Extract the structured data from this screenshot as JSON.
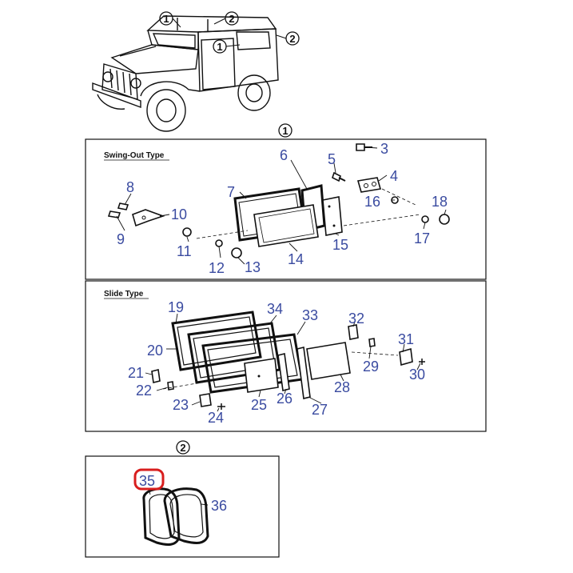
{
  "sections": {
    "swing_out": {
      "marker": "1",
      "title": "Swing-Out Type"
    },
    "slide": {
      "title": "Slide Type"
    },
    "detail2": {
      "marker": "2"
    }
  },
  "vehicle_markers": [
    "1",
    "2",
    "1",
    "2"
  ],
  "parts": {
    "p3": "3",
    "p4": "4",
    "p5": "5",
    "p6": "6",
    "p7": "7",
    "p8": "8",
    "p9": "9",
    "p10": "10",
    "p11": "11",
    "p12": "12",
    "p13": "13",
    "p14": "14",
    "p15": "15",
    "p16": "16",
    "p17": "17",
    "p18": "18",
    "p19": "19",
    "p20": "20",
    "p21": "21",
    "p22": "22",
    "p23": "23",
    "p24": "24",
    "p25": "25",
    "p26": "26",
    "p27": "27",
    "p28": "28",
    "p29": "29",
    "p30": "30",
    "p31": "31",
    "p32": "32",
    "p33": "33",
    "p34": "34",
    "p35": "35",
    "p36": "36"
  },
  "highlight": {
    "part": "35",
    "color": "#d81e1e"
  },
  "colors": {
    "label": "#3a4ba0",
    "line": "#111111"
  }
}
